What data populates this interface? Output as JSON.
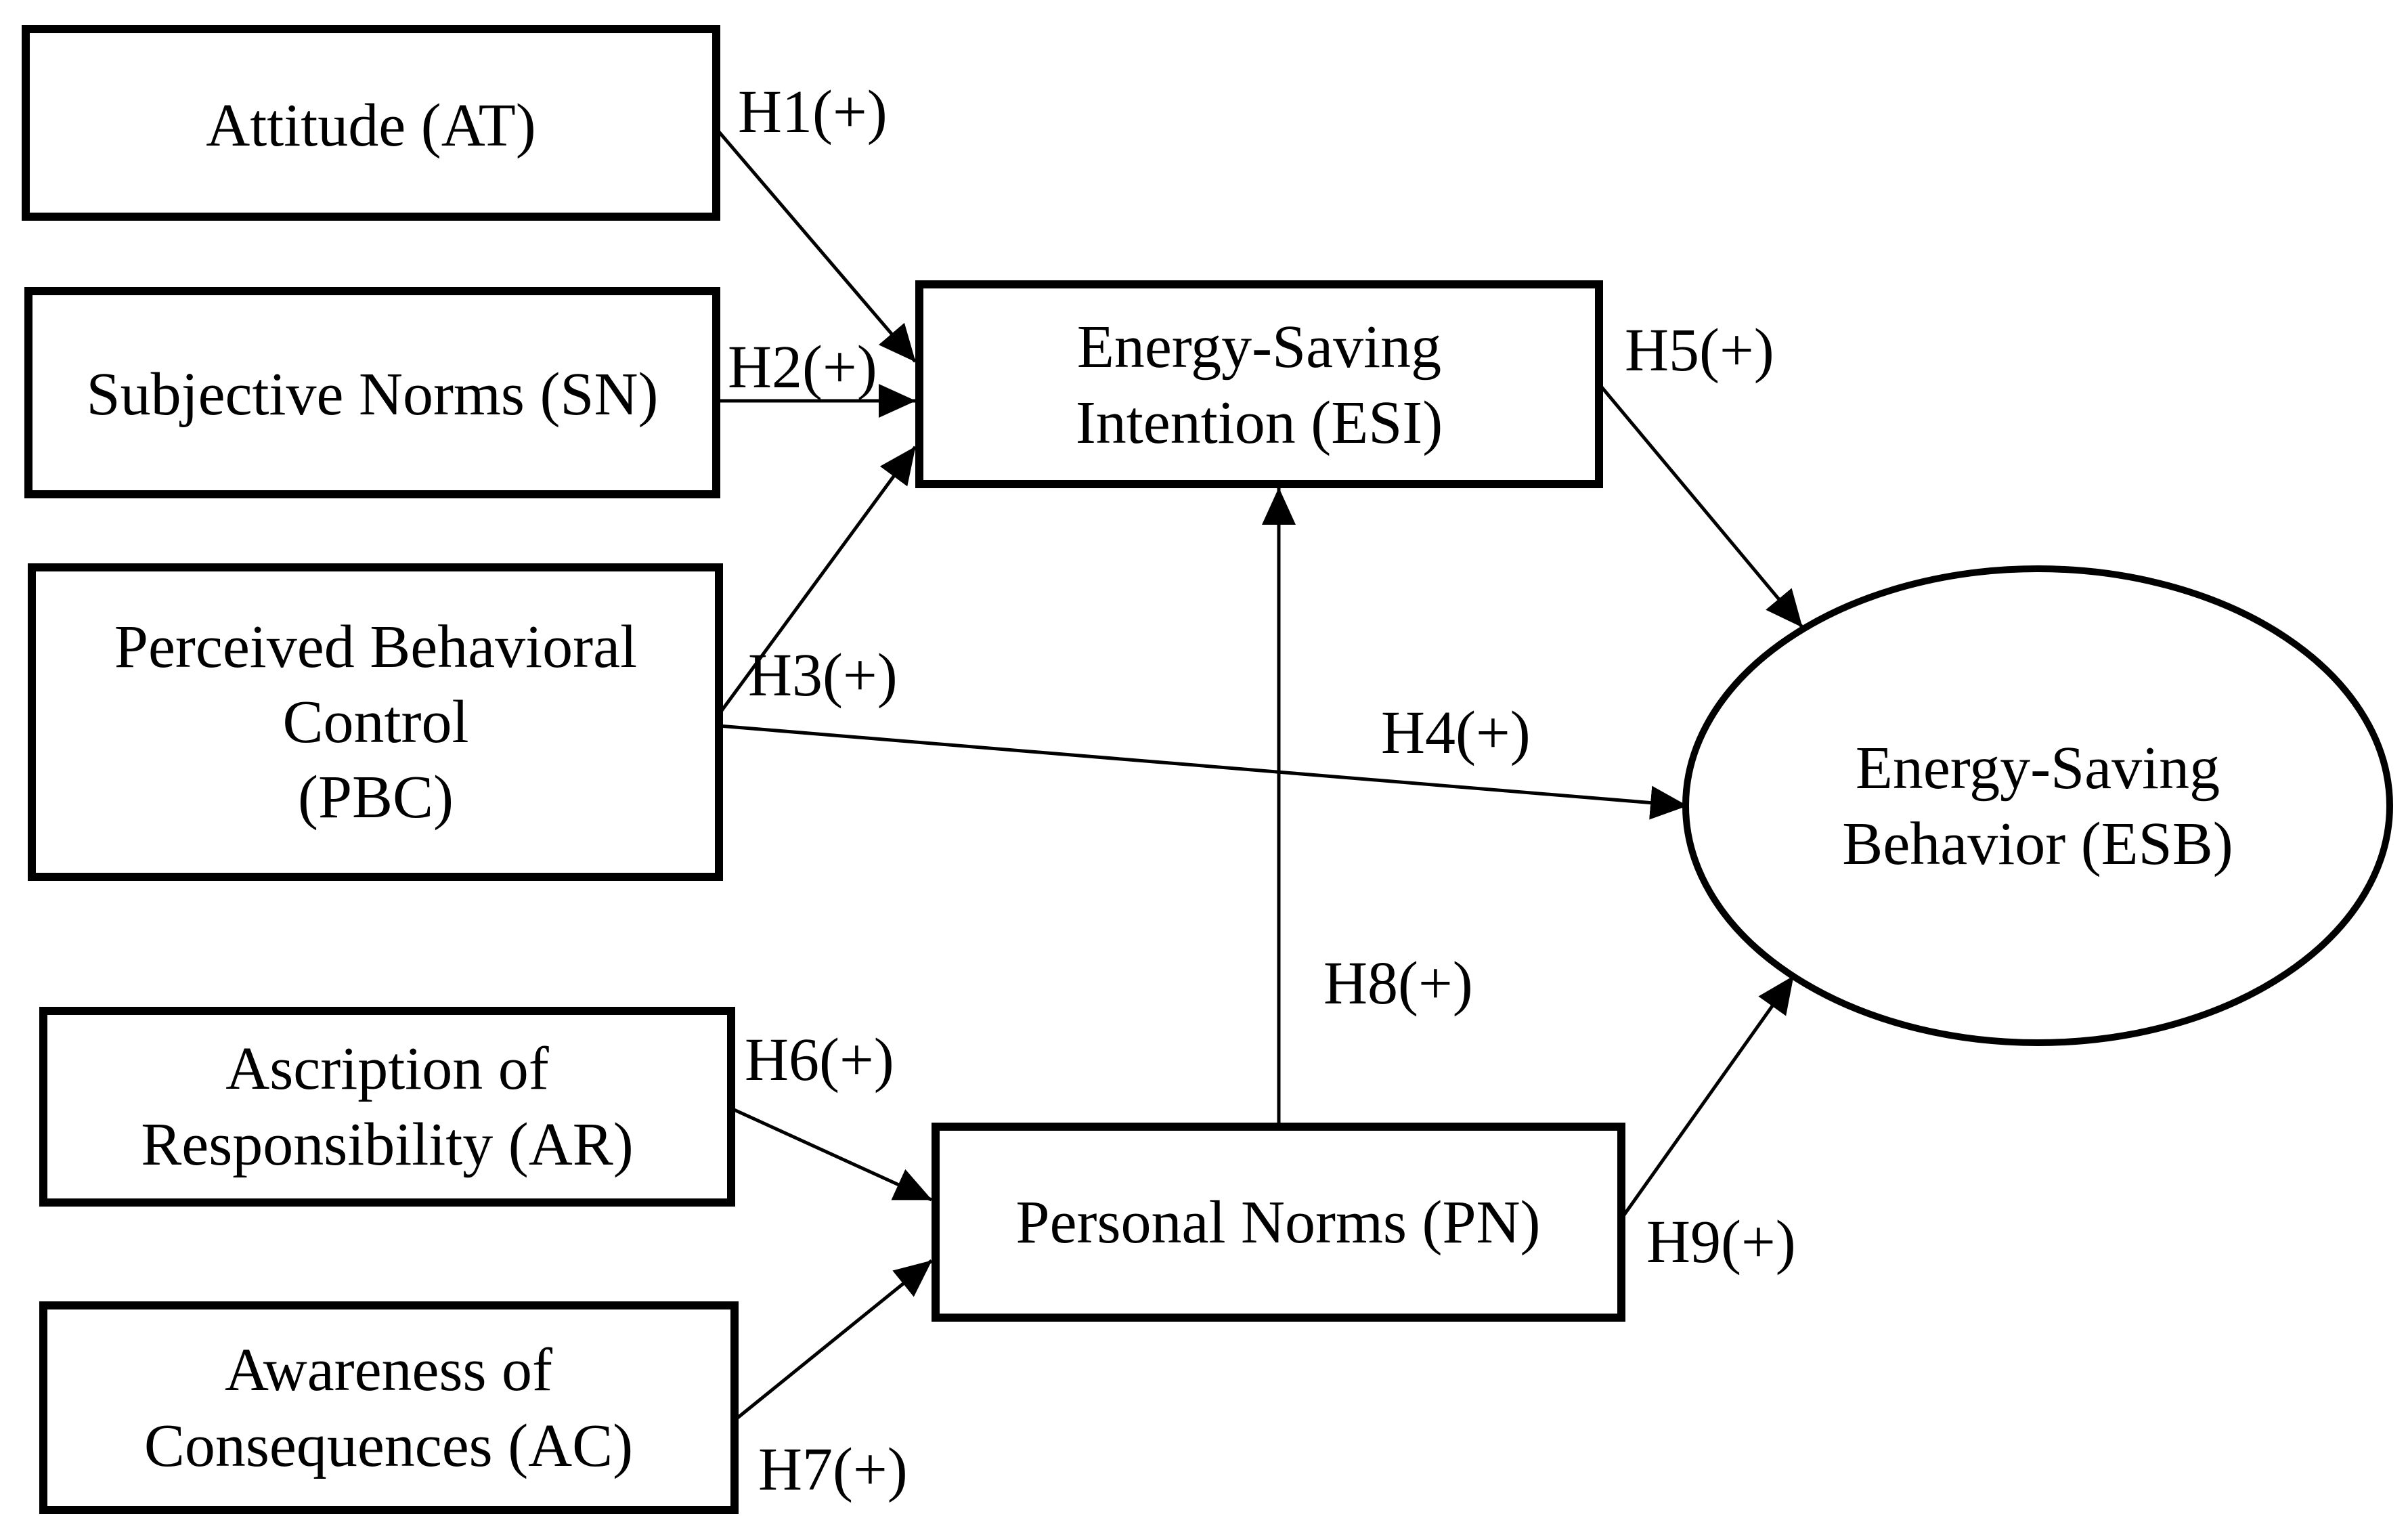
{
  "colors": {
    "background": "#ffffff",
    "stroke": "#000000",
    "text": "#000000"
  },
  "nodes": {
    "at": {
      "label": "Attitude (AT)",
      "lines": [
        "Attitude (AT)"
      ],
      "shape": "rectangle"
    },
    "sn": {
      "label": "Subjective Norms (SN)",
      "lines": [
        "Subjective Norms (SN)"
      ],
      "shape": "rectangle"
    },
    "pbc": {
      "label": "Perceived Behavioral Control (PBC)",
      "lines": [
        "Perceived Behavioral",
        "Control",
        "(PBC)"
      ],
      "shape": "rectangle"
    },
    "ar": {
      "label": "Ascription of Responsibility (AR)",
      "lines": [
        "Ascription of",
        "Responsibility (AR)"
      ],
      "shape": "rectangle"
    },
    "ac": {
      "label": "Awareness of Consequences (AC)",
      "lines": [
        "Awareness of",
        "Consequences (AC)"
      ],
      "shape": "rectangle"
    },
    "esi": {
      "label": "Energy-Saving Intention (ESI)",
      "lines": [
        "Energy-Saving",
        "Intention (ESI)"
      ],
      "shape": "rectangle"
    },
    "pn": {
      "label": "Personal Norms (PN)",
      "lines": [
        "Personal Norms (PN)"
      ],
      "shape": "rectangle"
    },
    "esb": {
      "label": "Energy-Saving Behavior (ESB)",
      "lines": [
        "Energy-Saving",
        "Behavior (ESB)"
      ],
      "shape": "ellipse"
    }
  },
  "hypotheses": [
    {
      "id": "H1",
      "label": "H1(+)",
      "sign": "+",
      "from": "at",
      "to": "esi"
    },
    {
      "id": "H2",
      "label": "H2(+)",
      "sign": "+",
      "from": "sn",
      "to": "esi"
    },
    {
      "id": "H3",
      "label": "H3(+)",
      "sign": "+",
      "from": "pbc",
      "to": "esi"
    },
    {
      "id": "H4",
      "label": "H4(+)",
      "sign": "+",
      "from": "pbc",
      "to": "esb"
    },
    {
      "id": "H5",
      "label": "H5(+)",
      "sign": "+",
      "from": "esi",
      "to": "esb"
    },
    {
      "id": "H6",
      "label": "H6(+)",
      "sign": "+",
      "from": "ar",
      "to": "pn"
    },
    {
      "id": "H7",
      "label": "H7(+)",
      "sign": "+",
      "from": "ac",
      "to": "pn"
    },
    {
      "id": "H8",
      "label": "H8(+)",
      "sign": "+",
      "from": "pn",
      "to": "esi"
    },
    {
      "id": "H9",
      "label": "H9(+)",
      "sign": "+",
      "from": "pn",
      "to": "esb"
    }
  ]
}
